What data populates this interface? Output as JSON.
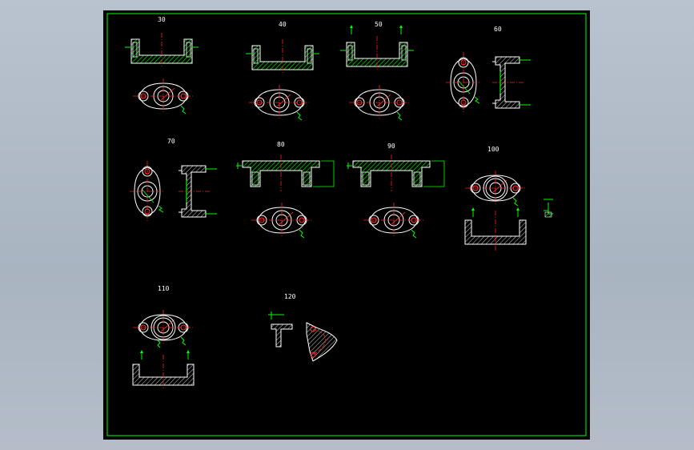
{
  "colors": {
    "background": "#b3bdc9",
    "sheet": "#000000",
    "border": "#00ff00",
    "outline": "#ffffff",
    "center_line": "#ff2020",
    "hatch": "#00cc00",
    "symbol": "#00ff00"
  },
  "operations": [
    {
      "label": "30"
    },
    {
      "label": "40"
    },
    {
      "label": "50"
    },
    {
      "label": "60"
    },
    {
      "label": "70"
    },
    {
      "label": "80"
    },
    {
      "label": "90"
    },
    {
      "label": "100"
    },
    {
      "label": "110"
    },
    {
      "label": "120"
    }
  ]
}
